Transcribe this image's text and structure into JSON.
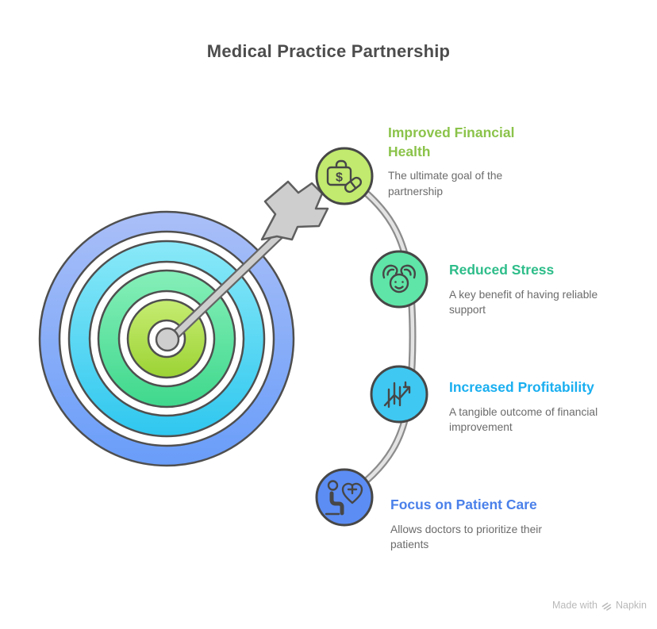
{
  "title": "Medical Practice Partnership",
  "items": [
    {
      "title": "Improved Financial Health",
      "description": "The ultimate goal of the partnership",
      "title_color": "#8bc34a",
      "circle_color": "#c1ea6e",
      "icon": "briefcase-dollar-pill-icon"
    },
    {
      "title": "Reduced Stress",
      "description": "A key benefit of having reliable support",
      "title_color": "#2ebd8a",
      "circle_color": "#5fe5a7",
      "icon": "relaxed-person-icon"
    },
    {
      "title": "Increased Profitability",
      "description": "A tangible outcome of financial improvement",
      "title_color": "#1aaff0",
      "circle_color": "#3fc8f1",
      "icon": "growth-chart-icon"
    },
    {
      "title": "Focus on Patient Care",
      "description": "Allows doctors to prioritize their patients",
      "title_color": "#4a80ea",
      "circle_color": "#5c8df4",
      "icon": "patient-heart-icon"
    }
  ],
  "illustration": {
    "kind": "bullseye-target-with-arrow",
    "rings": {
      "blue": {
        "top": "#aabff8",
        "bottom": "#699df9"
      },
      "cyan": {
        "top": "#8ae9f8",
        "bottom": "#2fc7ef"
      },
      "mint": {
        "top": "#86efb9",
        "bottom": "#3fd88c"
      },
      "lime": {
        "top": "#c6ec72",
        "bottom": "#9cd334"
      }
    },
    "outline_color": "#4f4f4f",
    "arrow_fill": "#cecece",
    "arrow_outline": "#666666",
    "connector_color": "#8c8c8c",
    "connector_inner": "#e3e3e3"
  },
  "watermark": {
    "made_with": "Made with",
    "brand": "Napkin"
  }
}
